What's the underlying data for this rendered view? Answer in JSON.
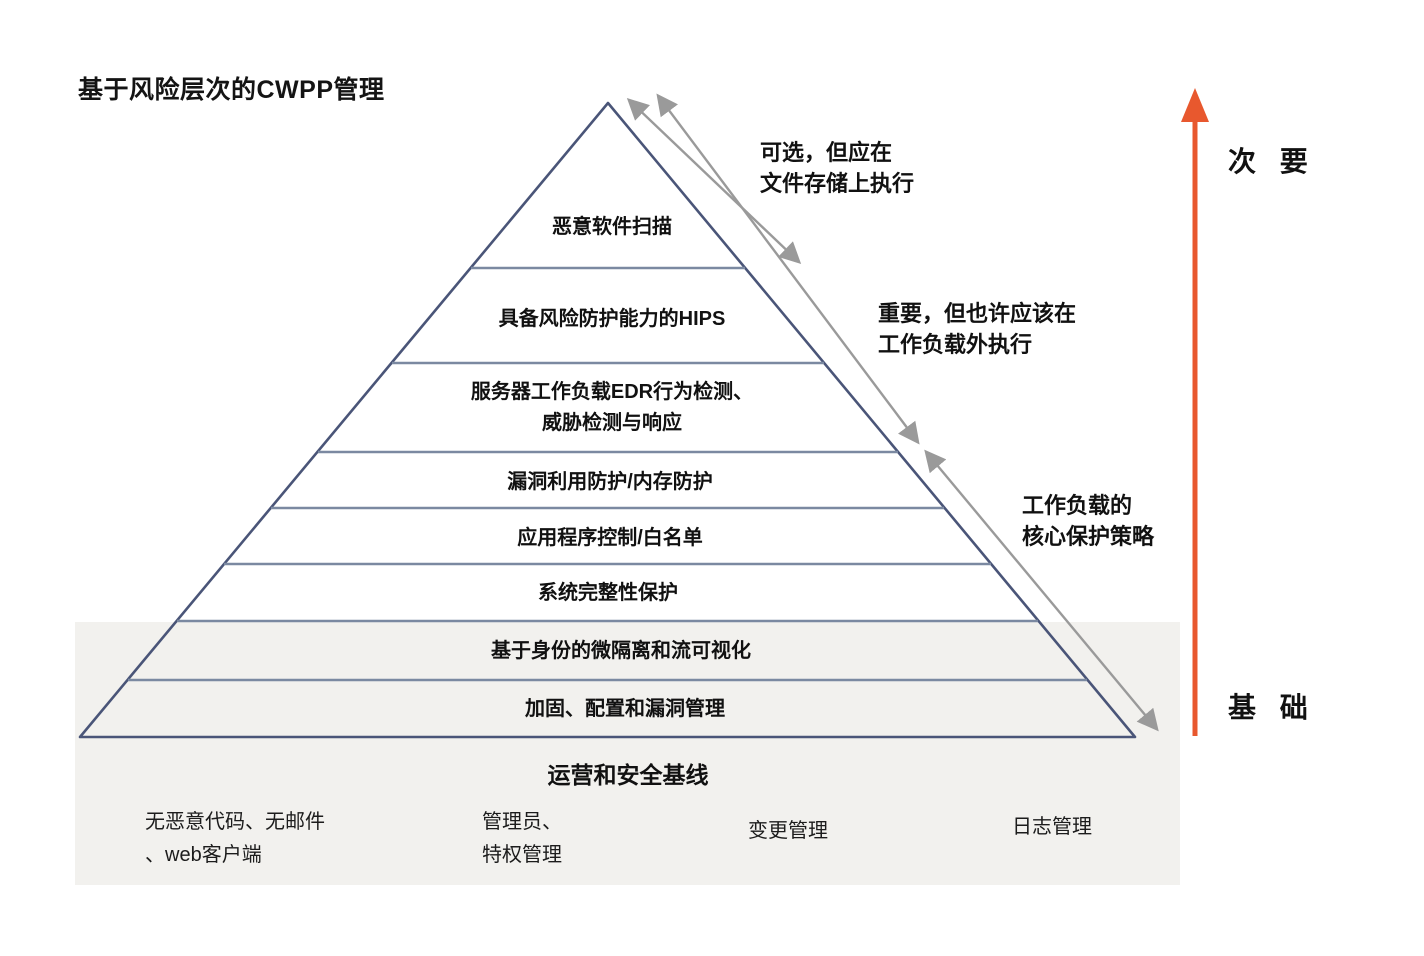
{
  "title": "基于风险层次的CWPP管理",
  "pyramid": {
    "layers": [
      {
        "line1": "恶意软件扫描"
      },
      {
        "line1": "具备风险防护能力的HIPS"
      },
      {
        "line1": "服务器工作负载EDR行为检测、",
        "line2": "威胁检测与响应"
      },
      {
        "line1": "漏洞利用防护/内存防护"
      },
      {
        "line1": "应用程序控制/白名单"
      },
      {
        "line1": "系统完整性保护"
      },
      {
        "line1": "基于身份的微隔离和流可视化"
      },
      {
        "line1": "加固、配置和漏洞管理"
      }
    ],
    "baseline_title": "运营和安全基线"
  },
  "annotations": [
    {
      "line1": "可选，但应在",
      "line2": "文件存储上执行"
    },
    {
      "line1": "重要，但也许应该在",
      "line2": "工作负载外执行"
    },
    {
      "line1": "工作负载的",
      "line2": "核心保护策略"
    }
  ],
  "axis": {
    "top_label": "次 要",
    "bottom_label": "基 础"
  },
  "baseline_items": [
    {
      "line1": "无恶意代码、无邮件",
      "line2": "、web客户端"
    },
    {
      "line1": "管理员、",
      "line2": "特权管理"
    },
    {
      "line1": "变更管理"
    },
    {
      "line1": "日志管理"
    }
  ],
  "colors": {
    "pyramid_outline": "#4a5578",
    "divider": "#7b89a1",
    "gray_arrow": "#9a9a9a",
    "axis_arrow": "#e8582e",
    "band_bg": "#f2f1ee"
  }
}
